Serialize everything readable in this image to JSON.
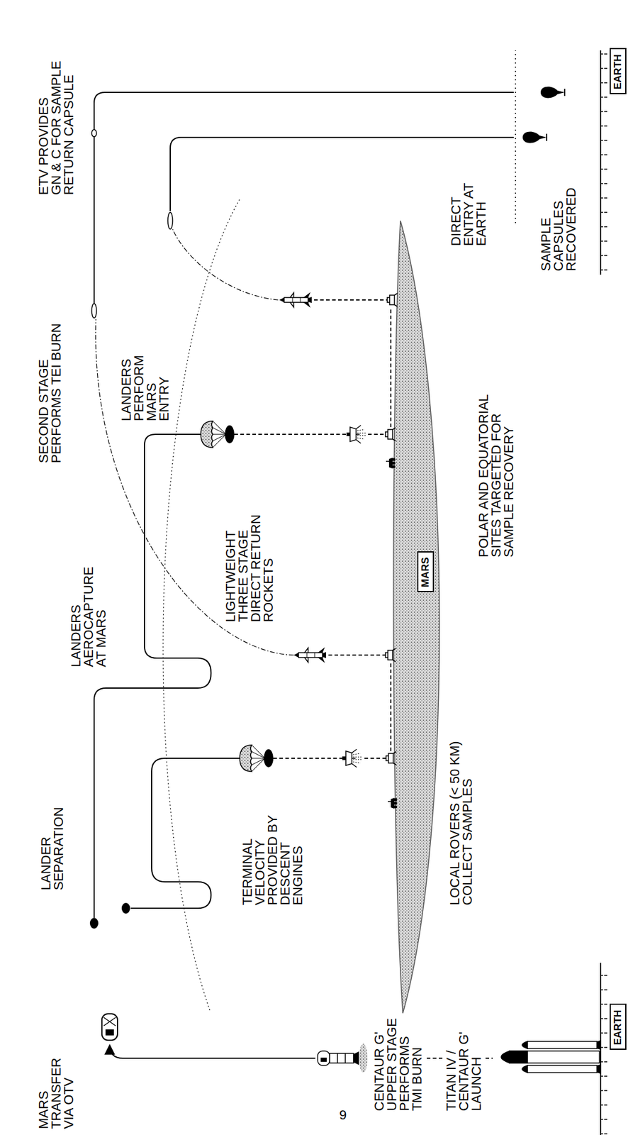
{
  "diagram": {
    "nodes": [
      {
        "text": [
          "MARS"
        ]
      },
      {
        "text": [
          "EARTH"
        ]
      },
      {
        "text": [
          "EARTH"
        ]
      }
    ],
    "labels": [
      "MARS TRANSFER VIA OTV",
      "LANDER SEPARATION",
      "TERMINAL VELOCITY PROVIDED BY DESCENT ENGINES",
      "LANDERS AEROCAPTURE AT MARS",
      "LIGHTWEIGHT THREE STAGE DIRECT RETURN ROCKETS",
      "LOCAL ROVERS (< 50 KM) COLLECT SAMPLES",
      "LANDERS PERFORM MARS ENTRY",
      "POLAR AND EQUATORIAL SITES TARGETED FOR SAMPLE RECOVERY",
      "SECOND STAGE PERFORMS TEI BURN",
      "ETV PROVIDES GN & C FOR SAMPLE RETURN CAPSULE",
      "DIRECT ENTRY AT EARTH",
      "SAMPLE CAPSULES RECOVERED",
      "CENTAUR G' UPPER STAGE PERFORMS TMI BURN",
      "TITAN IV / CENTAUR G' LAUNCH",
      "9"
    ]
  }
}
